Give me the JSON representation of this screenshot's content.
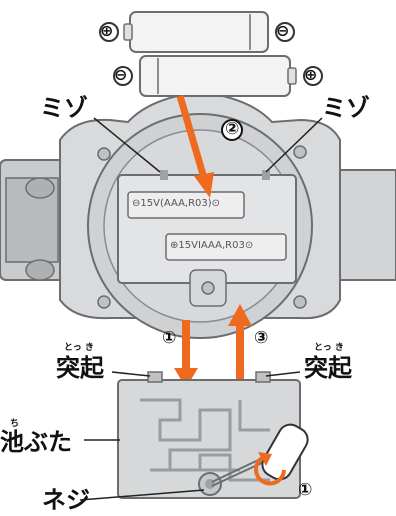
{
  "labels": {
    "groove_left": "ミゾ",
    "groove_right": "ミゾ",
    "protrusion_left": "突起",
    "protrusion_right": "突起",
    "protrusion_ruby": "とっ き",
    "battery_cover": "池ぶた",
    "battery_cover_ruby": "ち",
    "screw": "ネジ"
  },
  "steps": {
    "step1_top": "①",
    "step2": "②",
    "step3": "③",
    "step1_bottom": "①"
  },
  "batteries": {
    "top_plus": "⊕",
    "top_minus": "⊖",
    "bottom_minus": "⊖",
    "bottom_plus": "⊕",
    "compartment_upper": "⊖15V(AAA,R03)⊙",
    "compartment_lower": "⊕15VIAAA,R03⊙"
  },
  "colors": {
    "arrow": "#ef6a1f",
    "device": "#d9dadb",
    "device_dark": "#bfc1c3",
    "outline": "#6b6d70"
  }
}
